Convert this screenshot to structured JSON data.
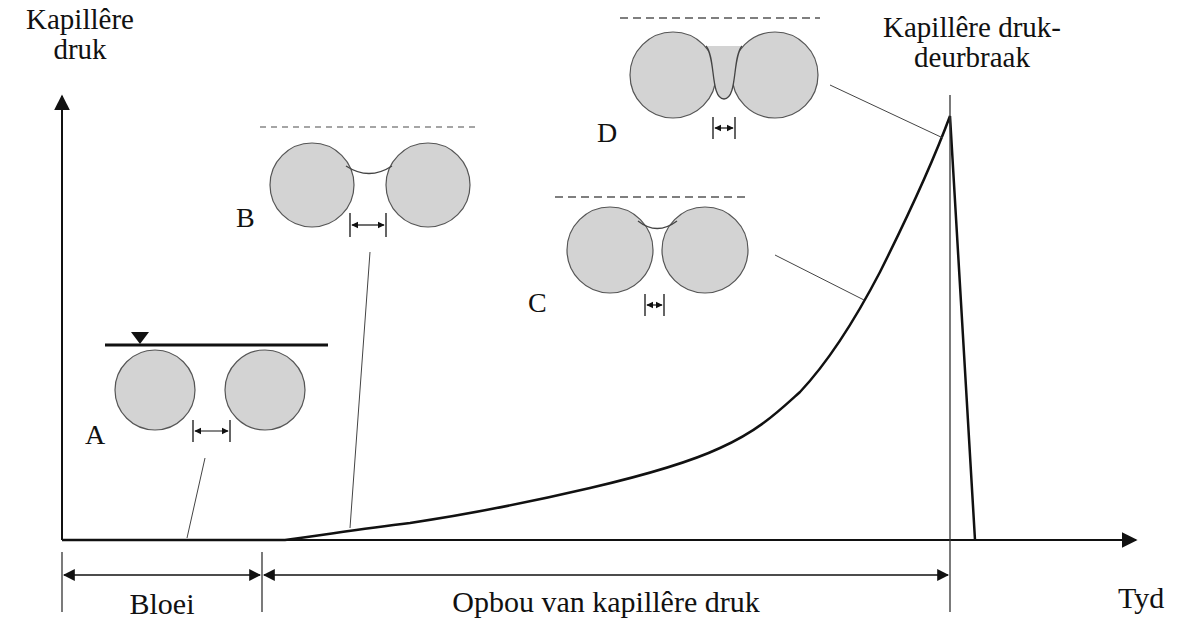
{
  "diagram": {
    "labels": [
      "Kapillêre druk",
      "Kapillêre druk- deurbraak",
      "D",
      "B",
      "C",
      "A",
      "Tyd",
      "Bloei",
      "Opbou van kapillêre druk"
    ]
  }
}
